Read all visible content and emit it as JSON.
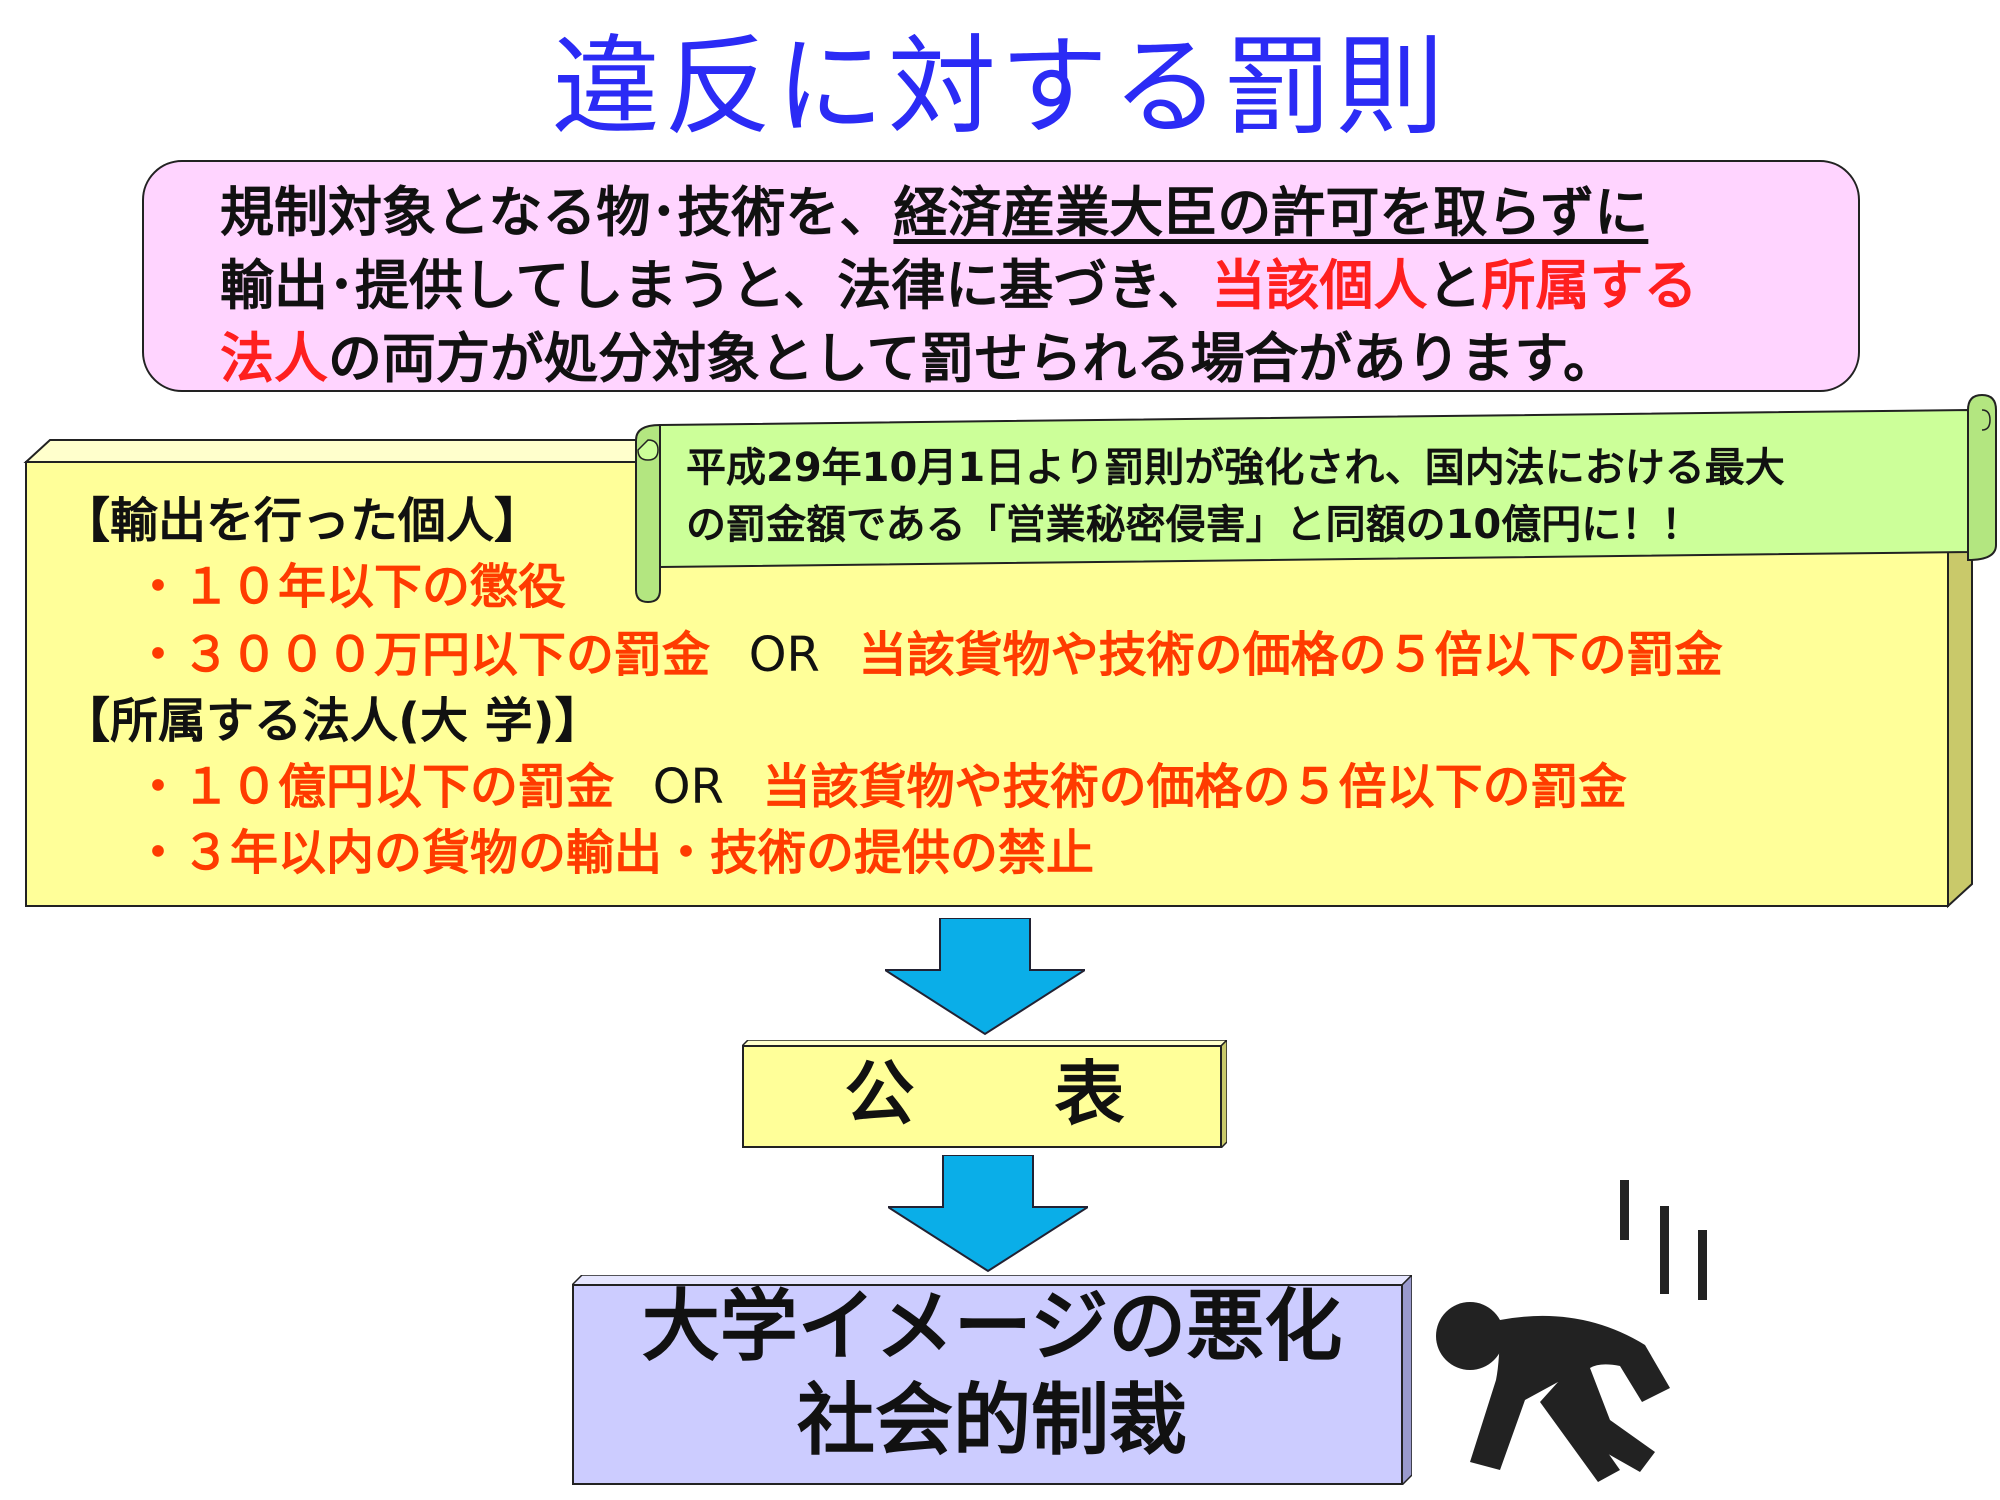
{
  "title": "違反に対する罰則",
  "intro": {
    "l1a": "規制対象となる物･技術を、",
    "l1b": "経済産業大臣の許可を取らずに",
    "l2a": "輸出･提供してしまうと、法律に基づき、",
    "l2b": "当該個人",
    "l2c": "と",
    "l2d": "所属する",
    "l3a": "法人",
    "l3b": "の両方が処分対象として罰せられる場合があります。"
  },
  "callout": {
    "line1": "平成29年10月1日より罰則が強化され、国内法における最大",
    "line2": "の罰金額である「営業秘密侵害」と同額の10億円に！！"
  },
  "penalties": {
    "individual_header": "【輸出を行った個人】",
    "i1": "・１０年以下の懲役",
    "i2a": "・３０００万円以下の罰金",
    "i2b": "OR",
    "i2c": "当該貨物や技術の価格の５倍以下の罰金",
    "corp_header": "【所属する法人(大 学)】",
    "c1a": "・１０億円以下の罰金",
    "c1b": "OR",
    "c1c": "当該貨物や技術の価格の５倍以下の罰金",
    "c2": "・３年以内の貨物の輸出・技術の提供の禁止"
  },
  "publication": "公　　表",
  "result": {
    "line1": "大学イメージの悪化",
    "line2": "社会的制裁"
  },
  "colors": {
    "title": "#2b2bf5",
    "intro_bg": "#ffd4ff",
    "penalty_bg": "#ffff99",
    "callout_bg": "#ccff99",
    "arrow": "#0aaee8",
    "result_bg": "#ccccff",
    "red": "#ff1f1f",
    "orange": "#ff3b00"
  },
  "icons": {
    "fall": "falling-person-icon"
  }
}
